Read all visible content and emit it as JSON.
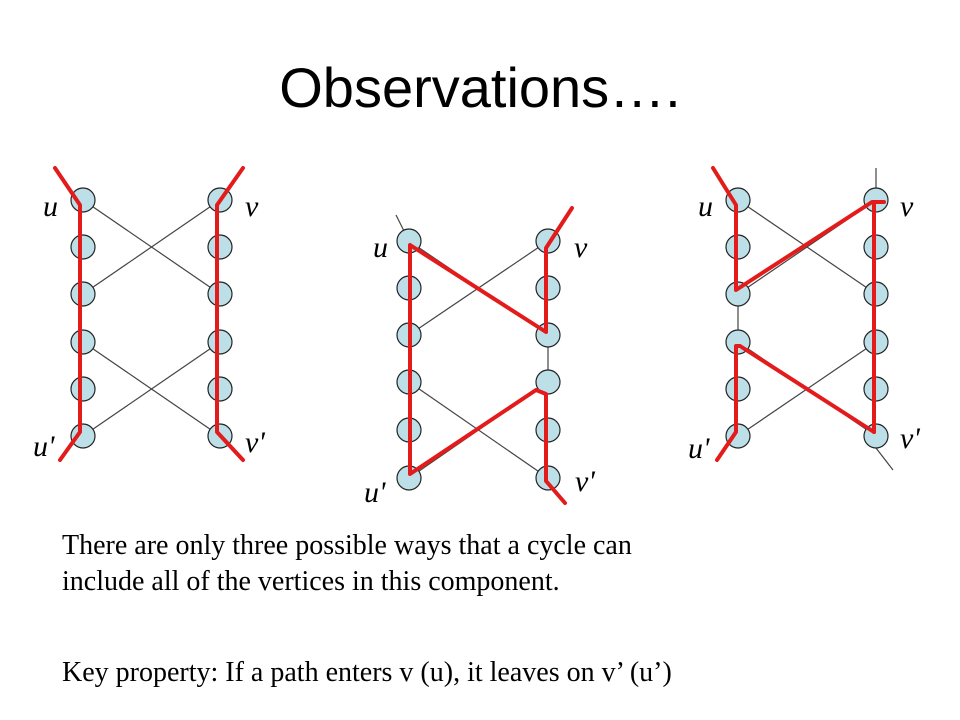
{
  "title": "Observations….",
  "labels": {
    "u": "u",
    "v": "v",
    "u_prime": "u'",
    "v_prime": "v'"
  },
  "text": {
    "line1": "There are only three possible ways that a cycle can",
    "line2": "include all of the vertices in this component.",
    "key_property": "Key property: If a path enters v (u), it leaves on v’ (u’)"
  },
  "colors": {
    "path": "#e31b1b",
    "vertex_fill": "#bcdfe8",
    "vertex_stroke": "#222222",
    "edge": "#444444"
  }
}
